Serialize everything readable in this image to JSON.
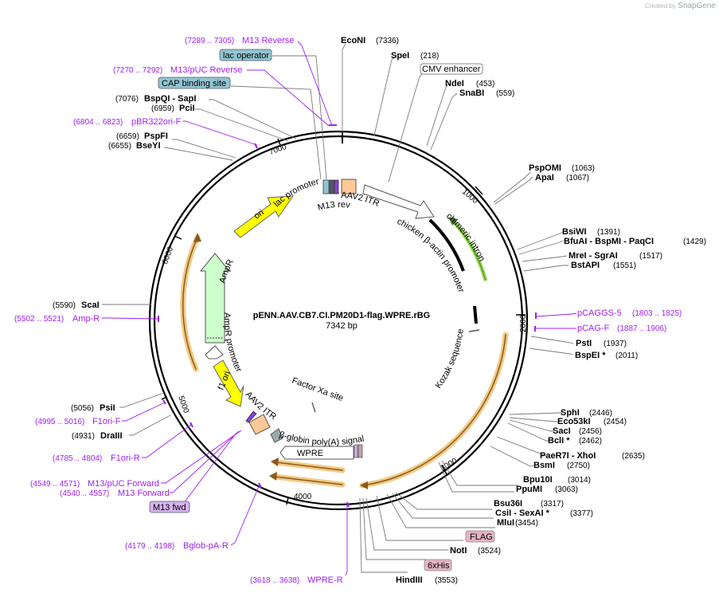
{
  "credit": {
    "prefix": "Created by",
    "brand": "SnapGene"
  },
  "plasmid": {
    "name": "pENN.AAV.CB7.CI.PM20D1-flag.WPRE.rBG",
    "size": "7342 bp",
    "length": 7342
  },
  "colors": {
    "enzyme": "#000000",
    "primer": "#a020f0",
    "leader": "#7a7a7a",
    "ori": "#ffff00",
    "ampr": "#ccffcc",
    "itr": "#ffc896",
    "blue_box": "#92c5d2",
    "purple_box": "#d8b3f0",
    "pink_box": "#e5b3c5",
    "intron": "#99dd55",
    "primer_band": "#f2c984"
  },
  "ticks": [
    "1000",
    "2000",
    "3000",
    "4000",
    "5000",
    "6000",
    "7000"
  ],
  "right_labels": [
    {
      "name": "EcoNI",
      "pos": "(7336)"
    },
    {
      "name": "SpeI",
      "pos": "(218)"
    },
    {
      "name": "CMV enhancer",
      "pos": "",
      "box": "white"
    },
    {
      "name": "NdeI",
      "pos": "(453)"
    },
    {
      "name": "SnaBI",
      "pos": "(559)"
    },
    {
      "name": "PspOMI",
      "pos": "(1063)"
    },
    {
      "name": "ApaI",
      "pos": "(1067)"
    },
    {
      "name": "BsiWI",
      "pos": "(1391)"
    },
    {
      "name": "BfuAI  - BspMI  - PaqCI",
      "pos": "(1429)"
    },
    {
      "name": "MreI  - SgrAI",
      "pos": "(1517)"
    },
    {
      "name": "BstAPI",
      "pos": "(1551)"
    },
    {
      "name": "pCAGGS-5",
      "pos": "(1803 .. 1825)",
      "primer": true
    },
    {
      "name": "pCAG-F",
      "pos": "(1887 .. 1906)",
      "primer": true
    },
    {
      "name": "PstI",
      "pos": "(1937)"
    },
    {
      "name": "BspEI *",
      "pos": "(2011)"
    },
    {
      "name": "SphI",
      "pos": "(2446)"
    },
    {
      "name": "Eco53kI",
      "pos": "(2454)"
    },
    {
      "name": "SacI",
      "pos": "(2456)"
    },
    {
      "name": "BclI *",
      "pos": "(2462)"
    },
    {
      "name": "PaeR7I  - XhoI",
      "pos": "(2635)"
    },
    {
      "name": "BsmI",
      "pos": "(2750)"
    },
    {
      "name": "Bpu10I",
      "pos": "(3014)"
    },
    {
      "name": "PpuMI",
      "pos": "(3063)"
    },
    {
      "name": "Bsu36I",
      "pos": "(3317)"
    },
    {
      "name": "CsiI  - SexAI *",
      "pos": "(3377)"
    },
    {
      "name": "MluI",
      "pos": "(3454)"
    },
    {
      "name": "FLAG",
      "pos": "",
      "box": "pink"
    },
    {
      "name": "NotI",
      "pos": "(3524)"
    },
    {
      "name": "6xHis",
      "pos": "",
      "box": "pink"
    },
    {
      "name": "HindIII",
      "pos": "(3553)"
    }
  ],
  "left_labels": [
    {
      "name": "M13 Reverse",
      "pos": "(7289 .. 7305)",
      "primer": true
    },
    {
      "name": "lac operator",
      "pos": "",
      "box": "blue"
    },
    {
      "name": "M13/pUC Reverse",
      "pos": "(7270 .. 7292)",
      "primer": true
    },
    {
      "name": "CAP binding site",
      "pos": "",
      "box": "blue"
    },
    {
      "name": "BspQI  - SapI",
      "pos": "(7076)"
    },
    {
      "name": "PciI",
      "pos": "(6959)"
    },
    {
      "name": "pBR322ori-F",
      "pos": "(6804 .. 6823)",
      "primer": true
    },
    {
      "name": "PspFI",
      "pos": "(6659)"
    },
    {
      "name": "BseYI",
      "pos": "(6655)"
    },
    {
      "name": "ScaI",
      "pos": "(5590)"
    },
    {
      "name": "Amp-R",
      "pos": "(5502 .. 5521)",
      "primer": true
    },
    {
      "name": "PsiI",
      "pos": "(5056)"
    },
    {
      "name": "F1ori-F",
      "pos": "(4995 .. 5016)",
      "primer": true
    },
    {
      "name": "DraIII",
      "pos": "(4931)"
    },
    {
      "name": "F1ori-R",
      "pos": "(4785 .. 4804)",
      "primer": true
    },
    {
      "name": "M13/pUC Forward",
      "pos": "(4549 .. 4571)",
      "primer": true
    },
    {
      "name": "M13 Forward",
      "pos": "(4540 .. 4557)",
      "primer": true
    },
    {
      "name": "M13 fwd",
      "pos": "",
      "box": "purple"
    },
    {
      "name": "Bglob-pA-R",
      "pos": "(4179 .. 4198)",
      "primer": true
    },
    {
      "name": "WPRE-R",
      "pos": "(3618 .. 3638)",
      "primer": true
    }
  ],
  "inner_labels": {
    "lac_promoter": "lac promoter",
    "m13_rev": "M13 rev",
    "aav2_itr_top": "AAV2 ITR",
    "cba_promoter": "chicken β-actin promoter",
    "chimeric_intron": "chimeric intron",
    "kozak": "Kozak sequence",
    "ori": "ori",
    "ampr": "AmpR",
    "ampr_promoter": "AmpR promoter",
    "f1_ori": "f1 ori",
    "aav2_itr_bottom": "AAV2 ITR",
    "factor_xa": "Factor Xa site",
    "bglobin": "β-globin poly(A) signal",
    "wpre": "WPRE"
  }
}
